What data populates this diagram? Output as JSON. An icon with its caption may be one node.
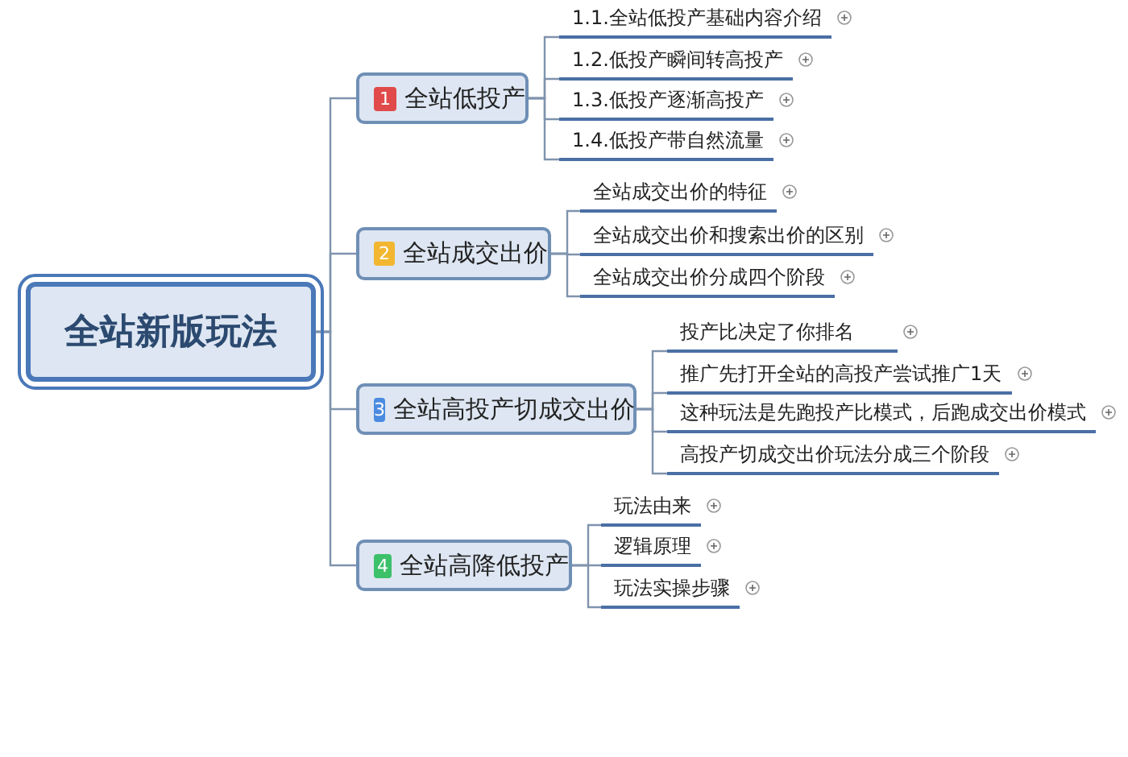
{
  "diagram": {
    "nodes": [
      {
        "text": [
          "全站新版玩法"
        ]
      },
      {
        "text": [
          "1",
          "全站低投产"
        ]
      },
      {
        "text": [
          "1.1.全站低投产基础内容介绍"
        ]
      },
      {
        "text": [
          "1.2.低投产瞬间转高投产"
        ]
      },
      {
        "text": [
          "1.3.低投产逐渐高投产"
        ]
      },
      {
        "text": [
          "1.4.低投产带自然流量"
        ]
      },
      {
        "text": [
          "2",
          "全站成交出价"
        ]
      },
      {
        "text": [
          "全站成交出价的特征"
        ]
      },
      {
        "text": [
          "全站成交出价和搜索出价的区别"
        ]
      },
      {
        "text": [
          "全站成交出价分成四个阶段"
        ]
      },
      {
        "text": [
          "3",
          "全站高投产切成交出价"
        ]
      },
      {
        "text": [
          "投产比决定了你排名"
        ]
      },
      {
        "text": [
          "推广先打开全站的高投产尝试推广1天"
        ]
      },
      {
        "text": [
          "这种玩法是先跑投产比模式，后跑成交出价模式"
        ]
      },
      {
        "text": [
          "高投产切成交出价玩法分成三个阶段"
        ]
      },
      {
        "text": [
          "4",
          "全站高降低投产"
        ]
      },
      {
        "text": [
          "玩法由来"
        ]
      },
      {
        "text": [
          "逻辑原理"
        ]
      },
      {
        "text": [
          "玩法实操步骤"
        ]
      }
    ],
    "edges": [
      {
        "from": 0,
        "to": 1,
        "arrow": "none"
      },
      {
        "from": 0,
        "to": 6,
        "arrow": "none"
      },
      {
        "from": 0,
        "to": 10,
        "arrow": "none"
      },
      {
        "from": 0,
        "to": 15,
        "arrow": "none"
      },
      {
        "from": 1,
        "to": 2,
        "arrow": "none"
      },
      {
        "from": 1,
        "to": 3,
        "arrow": "none"
      },
      {
        "from": 1,
        "to": 4,
        "arrow": "none"
      },
      {
        "from": 1,
        "to": 5,
        "arrow": "none"
      },
      {
        "from": 6,
        "to": 7,
        "arrow": "none"
      },
      {
        "from": 6,
        "to": 8,
        "arrow": "none"
      },
      {
        "from": 6,
        "to": 9,
        "arrow": "none"
      },
      {
        "from": 10,
        "to": 11,
        "arrow": "none"
      },
      {
        "from": 10,
        "to": 12,
        "arrow": "none"
      },
      {
        "from": 10,
        "to": 13,
        "arrow": "none"
      },
      {
        "from": 10,
        "to": 14,
        "arrow": "none"
      },
      {
        "from": 15,
        "to": 16,
        "arrow": "none"
      },
      {
        "from": 15,
        "to": 17,
        "arrow": "none"
      },
      {
        "from": 15,
        "to": 18,
        "arrow": "none"
      }
    ]
  }
}
